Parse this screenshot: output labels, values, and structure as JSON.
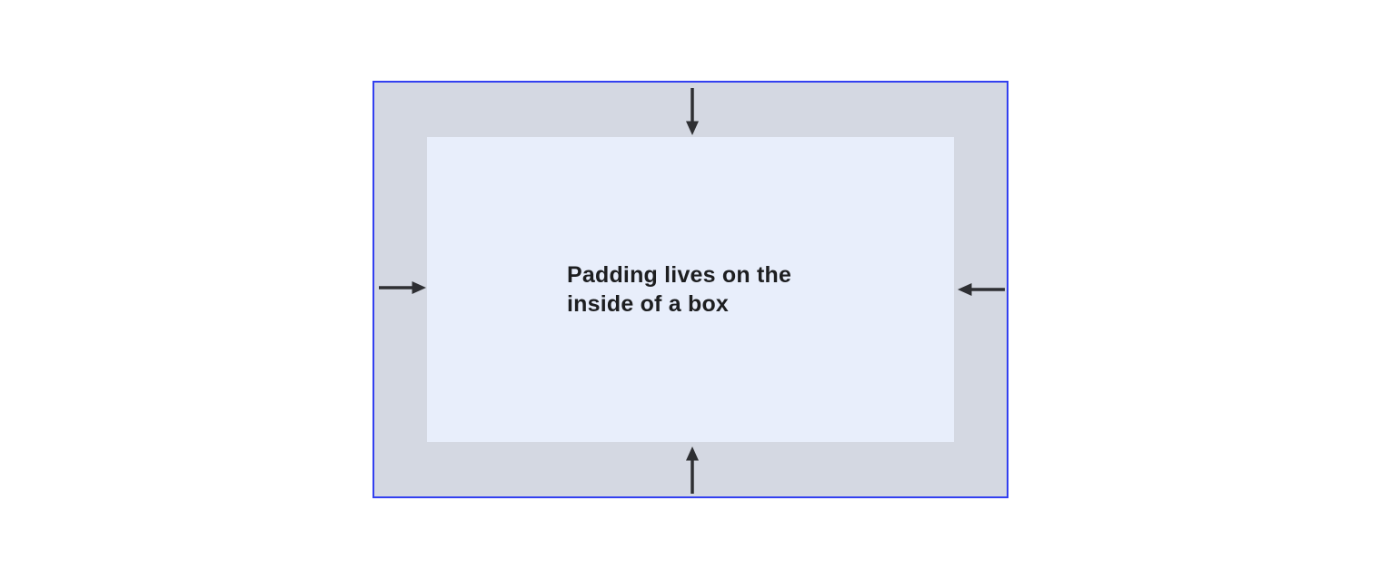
{
  "diagram": {
    "name": "padding-box-model",
    "label_lines": [
      "Padding lives on the",
      "inside of a box"
    ],
    "arrows": [
      {
        "name": "top-arrow",
        "direction": "down",
        "meaning": "padding pushes inward from top edge"
      },
      {
        "name": "right-arrow",
        "direction": "left",
        "meaning": "padding pushes inward from right edge"
      },
      {
        "name": "bottom-arrow",
        "direction": "up",
        "meaning": "padding pushes inward from bottom edge"
      },
      {
        "name": "left-arrow",
        "direction": "right",
        "meaning": "padding pushes inward from left edge"
      }
    ]
  },
  "colors": {
    "border": "#3340f0",
    "padding_area": "#d4d8e2",
    "content_area": "#e8eefb",
    "arrow": "#2e2f33",
    "text": "#1d1e20",
    "canvas": "#ffffff"
  }
}
